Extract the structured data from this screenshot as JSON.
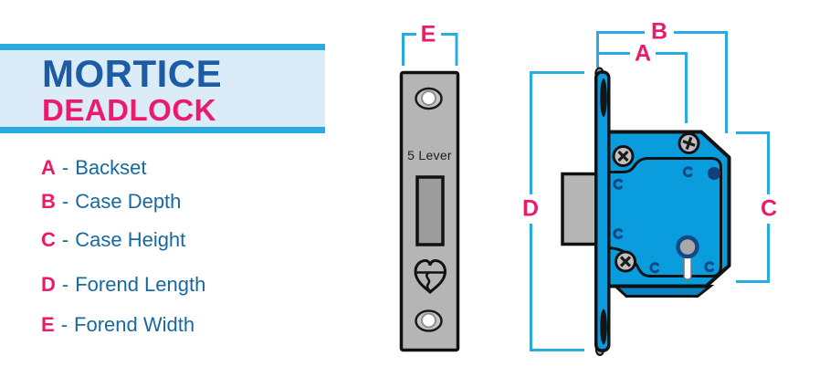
{
  "banner": {
    "title": "MORTICE",
    "subtitle": "DEADLOCK"
  },
  "legend": {
    "separator": "-",
    "items": [
      {
        "letter": "A",
        "label": "Backset"
      },
      {
        "letter": "B",
        "label": "Case Depth"
      },
      {
        "letter": "C",
        "label": "Case Height"
      },
      {
        "letter": "D",
        "label": "Forend Length"
      },
      {
        "letter": "E",
        "label": "Forend Width"
      }
    ]
  },
  "diagram": {
    "forend_front": {
      "engraving": "5 Lever"
    },
    "dimensions": {
      "a": "A",
      "b": "B",
      "c": "C",
      "d": "D",
      "e": "E"
    }
  },
  "colors": {
    "accent_blue": "#29abe2",
    "title_blue": "#1b5ca4",
    "pink": "#ec1a6b",
    "legend_blue": "#17699f",
    "case_blue": "#0a9ddd",
    "banner_bg": "#dcebf8",
    "plate_gray": "#b5b5b5"
  }
}
